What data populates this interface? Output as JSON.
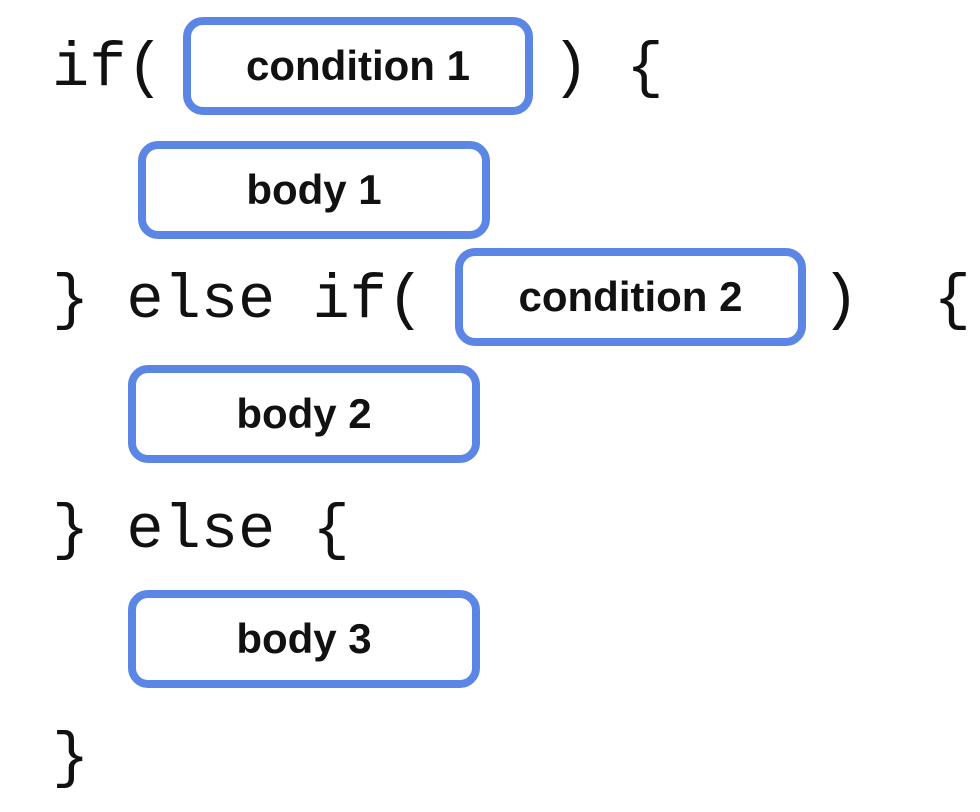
{
  "code": {
    "if_open": "if(",
    "if_close": ") {",
    "else_if_open": "} else if(",
    "else_if_close": ")  {",
    "else_open": "} else {",
    "final_close": "}"
  },
  "boxes": {
    "condition_1": "condition 1",
    "body_1": "body 1",
    "condition_2": "condition 2",
    "body_2": "body 2",
    "body_3": "body 3"
  },
  "colors": {
    "box_border": "#5b86e5",
    "text": "#111111",
    "background": "#ffffff"
  }
}
